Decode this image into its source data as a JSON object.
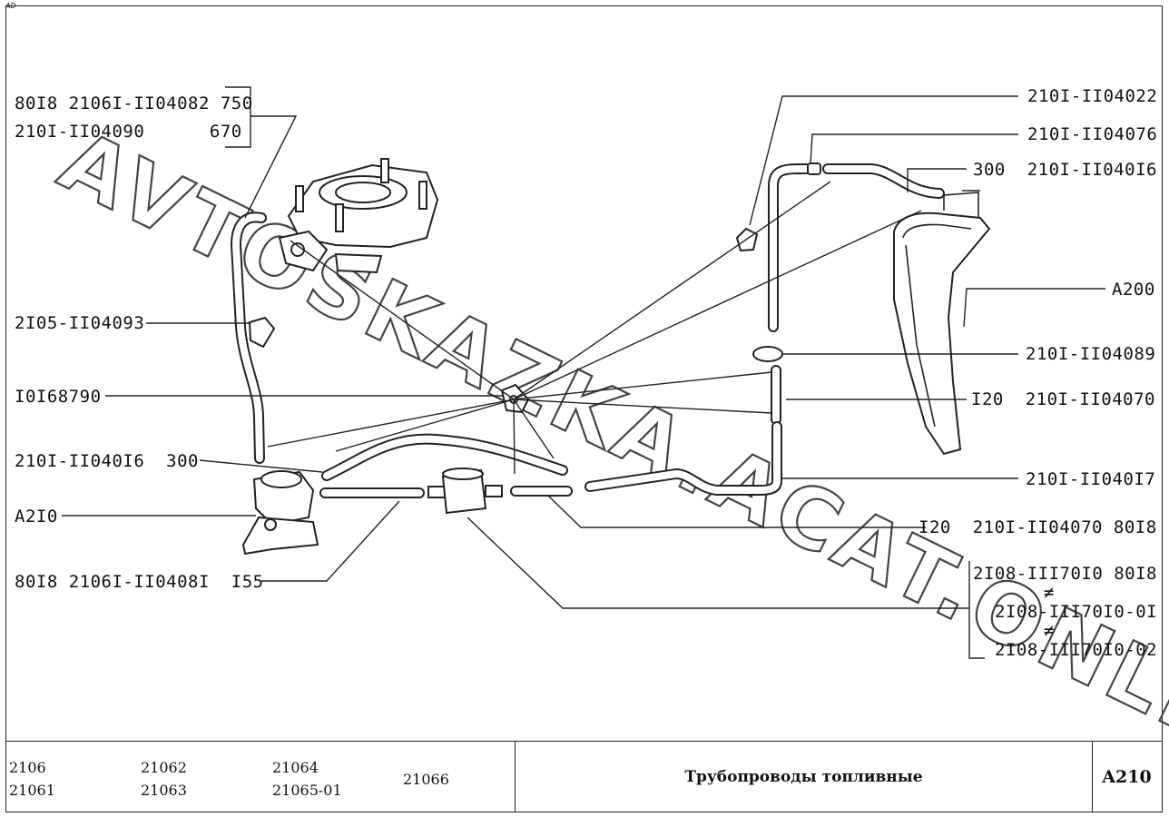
{
  "header": {
    "corner_mark": "AD"
  },
  "watermark": {
    "text": "AVTOSKAZKA.ACAT.ONLINE"
  },
  "labels": {
    "top_left_1": "80I8 2106I-II04082 750",
    "top_left_2": "210I-II04090      670",
    "tr_1": "210I-II04022",
    "tr_2": "210I-II04076",
    "tr_3": "300  210I-II040I6",
    "tank": "A200",
    "left_clamp": "2I05-II04093",
    "left_mount": "I0I68790",
    "left_hose": "210I-II040I6  300",
    "pump": "A2I0",
    "bottom_hose": "80I8 2106I-II0408I  I55",
    "r_grommet": "210I-II04089",
    "r_hose_a": "I20  210I-II04070",
    "r_pipe": "210I-II040I7",
    "r_hose_b": "I20  210I-II04070 80I8",
    "filter_1": "2I08-III70I0 80I8",
    "filter_2": "2I08-III70I0-0I",
    "filter_3": "2I08-III70I0-02",
    "neq_1": "≠",
    "neq_2": "≠"
  },
  "title_block": {
    "models": [
      "2106",
      "21061",
      "21062",
      "21063",
      "21064",
      "21065-01",
      "21066"
    ],
    "title": "Трубопроводы топливные",
    "code": "A210"
  }
}
